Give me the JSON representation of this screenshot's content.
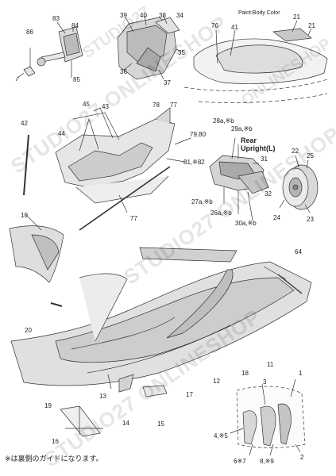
{
  "watermark": {
    "text": "STUDIO27 ONLINESHOP",
    "short": "STUDIO27",
    "short2": "ONLINESHOP"
  },
  "labels": {
    "p86": "86",
    "p83": "83",
    "p84": "84",
    "p85": "85",
    "p39": "39",
    "p40": "40",
    "p38": "38",
    "p34": "34",
    "p35": "35",
    "p36": "36",
    "p37": "37",
    "paint": "Paint:Body Color",
    "p21a": "21",
    "p21b": "21",
    "p76": "76",
    "p41": "41",
    "p45": "45",
    "p43": "43",
    "p78": "78",
    "p77a": "77",
    "p44": "44",
    "p42": "42",
    "p7980": "79,80",
    "p8182": "81,※82",
    "p77b": "77",
    "p28": "28a,※b",
    "p29": "29a,※b",
    "rear1": "Rear",
    "rear2": "Upright(L)",
    "p31": "31",
    "p22": "22",
    "p25": "25",
    "p27": "27a,※b",
    "p26": "26a,※b",
    "p30": "30a,※b",
    "p32": "32",
    "p24": "24",
    "p23": "23",
    "p10": "10",
    "p64": "64",
    "p20": "20",
    "p11": "11",
    "p18": "18",
    "p12": "12",
    "p17": "17",
    "p13": "13",
    "p19": "19",
    "p14": "14",
    "p15": "15",
    "p16": "16",
    "p1": "1",
    "p3": "3",
    "p4": "4,※5",
    "p6": "6※7",
    "p8": "8,※9",
    "p2": "2"
  },
  "footnote": "※は裏側のガイドになります。"
}
